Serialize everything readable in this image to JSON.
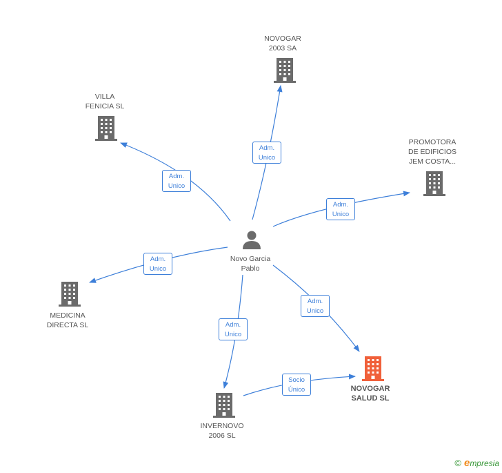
{
  "colors": {
    "edge": "#3d7fd9",
    "company_icon": "#6b6b6b",
    "target_icon": "#f0603a",
    "person_icon": "#6b6b6b",
    "brand_green": "#3d9a3d",
    "brand_orange": "#f08a1c"
  },
  "person": {
    "name_line1": "Novo Garcia",
    "name_line2": "Pablo",
    "icon": "person-icon"
  },
  "companies": {
    "novogar_2003": {
      "line1": "NOVOGAR",
      "line2": "2003 SA",
      "line3": "",
      "icon": "building-icon"
    },
    "villa_fenicia": {
      "line1": "VILLA",
      "line2": "FENICIA SL",
      "line3": "",
      "icon": "building-icon"
    },
    "promotora": {
      "line1": "PROMOTORA",
      "line2": "DE EDIFICIOS",
      "line3": "JEM COSTA...",
      "icon": "building-icon"
    },
    "medicina": {
      "line1": "MEDICINA",
      "line2": "DIRECTA  SL",
      "line3": "",
      "icon": "building-icon"
    },
    "invernovo": {
      "line1": "INVERNOVO",
      "line2": "2006 SL",
      "line3": "",
      "icon": "building-icon"
    },
    "novogar_salud": {
      "line1": "NOVOGAR",
      "line2": "SALUD SL",
      "line3": "",
      "icon": "building-icon"
    }
  },
  "relations": {
    "to_novogar_2003": {
      "line1": "Adm.",
      "line2": "Unico"
    },
    "to_villa_fenicia": {
      "line1": "Adm.",
      "line2": "Unico"
    },
    "to_promotora": {
      "line1": "Adm.",
      "line2": "Unico"
    },
    "to_medicina": {
      "line1": "Adm.",
      "line2": "Unico"
    },
    "to_invernovo": {
      "line1": "Adm.",
      "line2": "Unico"
    },
    "to_novogar_salud": {
      "line1": "Adm.",
      "line2": "Unico"
    },
    "invernovo_to_novogar_salud": {
      "line1": "Socio",
      "line2": "Único"
    }
  },
  "brand": {
    "copyright": "©",
    "initial": "e",
    "rest": "mpresia"
  }
}
